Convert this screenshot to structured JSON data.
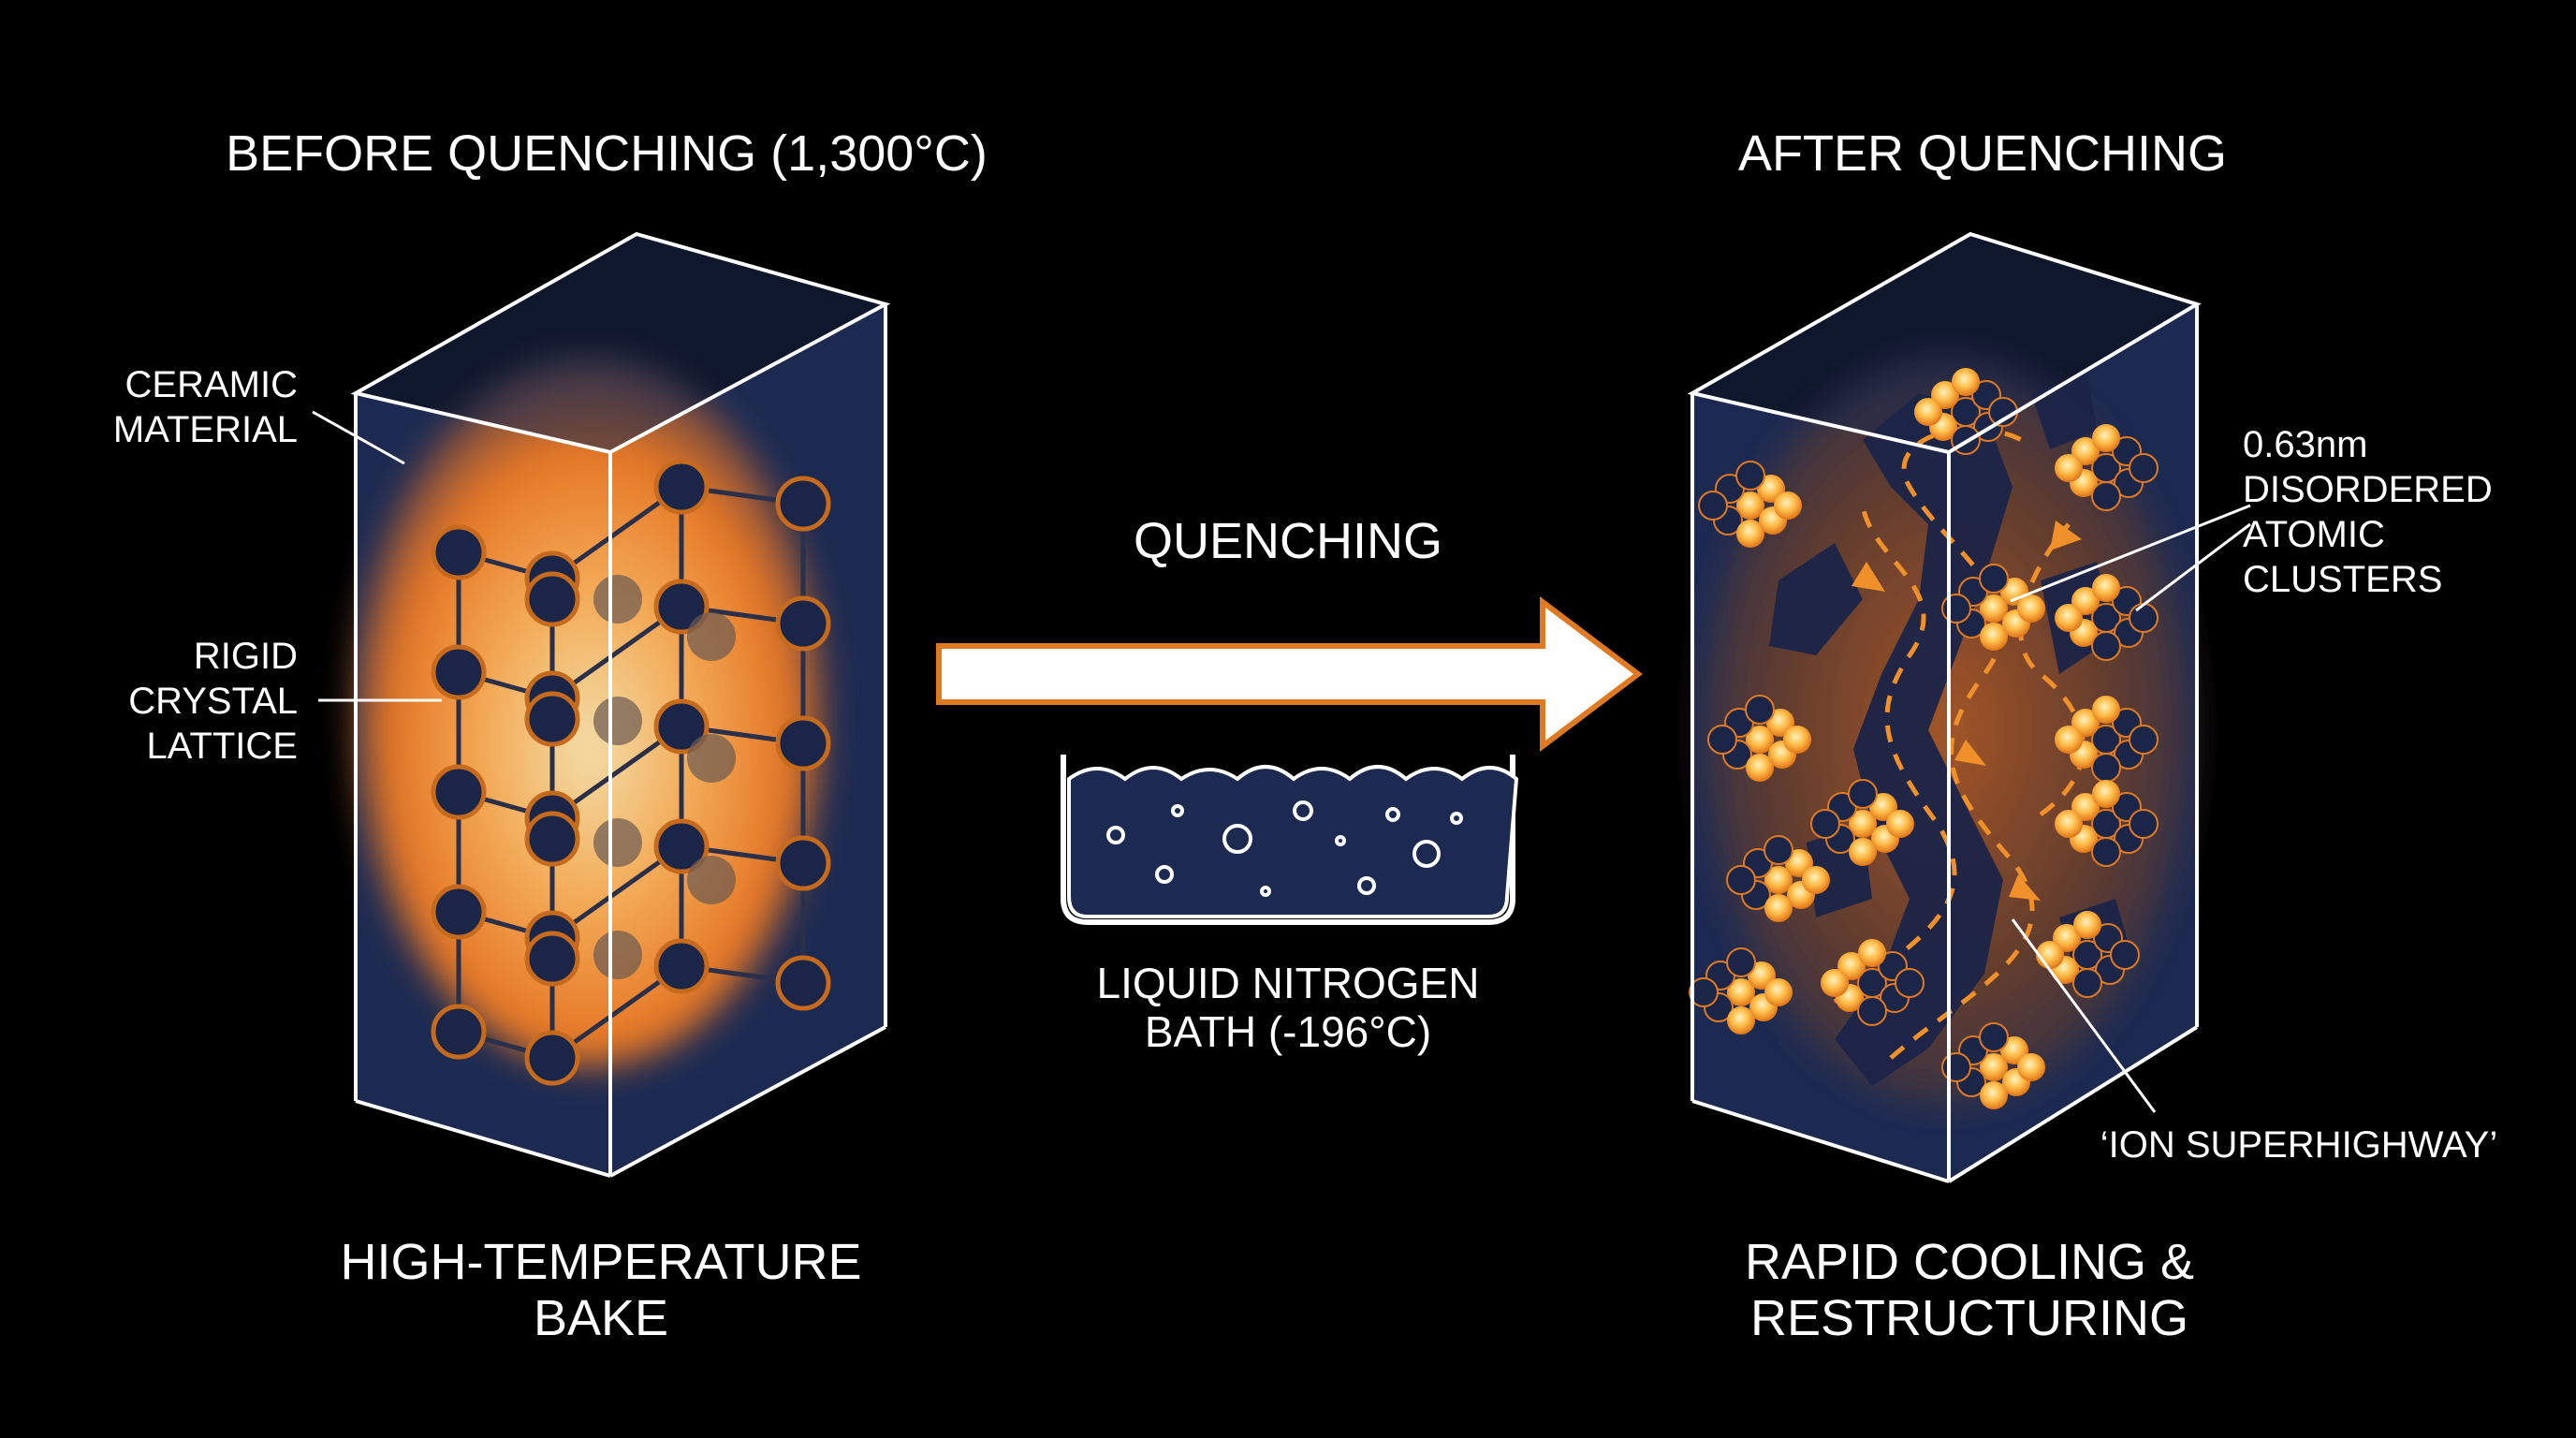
{
  "colors": {
    "background": "#000000",
    "block_fill": "#1c2a52",
    "glow": "#ff8a2a",
    "node": "#1a2547",
    "node_stroke": "#c66a1e",
    "arrow_fill": "#ffffff",
    "arrow_stroke": "#e07a22",
    "line": "#ffffff"
  },
  "before": {
    "title": "BEFORE QUENCHING (1,300°C)",
    "caption_lines": [
      "HIGH-TEMPERATURE",
      "BAKE"
    ],
    "label_ceramic": [
      "CERAMIC",
      "MATERIAL"
    ],
    "label_lattice": [
      "RIGID",
      "CRYSTAL",
      "LATTICE"
    ]
  },
  "process": {
    "arrow_label": "QUENCHING",
    "bath_lines": [
      "LIQUID NITROGEN",
      "BATH (-196°C)"
    ],
    "bath_icon": "liquid-bath-icon"
  },
  "after": {
    "title": "AFTER QUENCHING",
    "caption_lines": [
      "RAPID COOLING &",
      "RESTRUCTURING"
    ],
    "label_clusters": [
      "0.63nm",
      "DISORDERED",
      "ATOMIC",
      "CLUSTERS"
    ],
    "label_highway": "‘ION SUPERHIGHWAY’"
  }
}
